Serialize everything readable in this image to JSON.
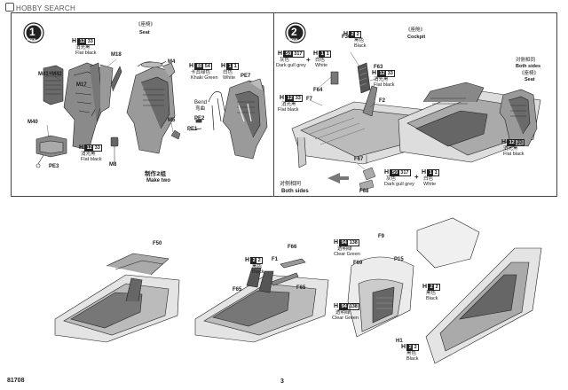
{
  "watermark": "HOBBY SEARCH",
  "step1": {
    "number": "1",
    "step_label": "STEP",
    "title_cn": "《座椅》",
    "title_en": "Seat",
    "color_main": {
      "letter": "H",
      "num": "12",
      "code": "33",
      "cn": "消光黑",
      "en": "Flat black"
    },
    "color_lower": {
      "letter": "H",
      "num": "12",
      "code": "33",
      "cn": "消光黑",
      "en": "Flat black"
    },
    "color_khaki": {
      "letter": "H",
      "num": "80",
      "code": "54",
      "cn": "卡其绿色",
      "en": "Khaki Green"
    },
    "color_white": {
      "letter": "H",
      "num": "1",
      "code": "1",
      "cn": "白色",
      "en": "White"
    },
    "bend_cn": "弯曲",
    "bend_en": "Bend",
    "parts": [
      "M41+M42",
      "M18",
      "M17",
      "M4",
      "M40",
      "M8",
      "M5",
      "PE3",
      "PE7",
      "PE2",
      "PE1"
    ],
    "make_two_cn": "制作2组",
    "make_two_en": "Make two"
  },
  "step2": {
    "number": "2",
    "step_label": "STEP",
    "title_cn": "《座舱》",
    "title_en": "Cockpit",
    "right_title_cn": "对侧相同",
    "right_title_en": "Both sides",
    "seat_cn": "《座椅》",
    "seat_en": "Seat",
    "color_black_top": {
      "letter": "H",
      "num": "2",
      "code": "2",
      "cn": "黑色",
      "en": "Black"
    },
    "color_gull": {
      "letter": "H",
      "num": "S0",
      "code": "317",
      "cn": "灰色",
      "en": "Dark gull grey"
    },
    "color_white": {
      "letter": "H",
      "num": "1",
      "code": "1",
      "cn": "白色",
      "en": "White"
    },
    "color_flat1": {
      "letter": "H",
      "num": "12",
      "code": "33",
      "cn": "消光黑",
      "en": "Flat black"
    },
    "color_flat2": {
      "letter": "H",
      "num": "12",
      "code": "33",
      "cn": "消光黑",
      "en": "Flat black"
    },
    "color_flat3": {
      "letter": "H",
      "num": "12",
      "code": "33",
      "cn": "消光黑",
      "en": "Flat black"
    },
    "color_gull2": {
      "letter": "H",
      "num": "S0",
      "code": "317",
      "cn": "灰色",
      "en": "Dark gull grey"
    },
    "color_white2": {
      "letter": "H",
      "num": "1",
      "code": "1",
      "cn": "白色",
      "en": "White"
    },
    "plus": "+",
    "parts": [
      "F30",
      "F63",
      "F64",
      "F7",
      "F2",
      "F67",
      "F68"
    ],
    "both_sides_cn": "对侧相同",
    "both_sides_en": "Both sides"
  },
  "lower": {
    "parts_left": [
      "F50"
    ],
    "parts_mid": [
      "F66",
      "F1",
      "F65",
      "F65"
    ],
    "color_mid": {
      "letter": "H",
      "num": "2",
      "code": "2",
      "cn": "黑色",
      "en": "Black"
    },
    "clear_green1": {
      "letter": "H",
      "num": "94",
      "code": "138",
      "cn": "透明绿",
      "en": "Clear Green"
    },
    "clear_green2": {
      "letter": "H",
      "num": "94",
      "code": "138",
      "cn": "透明绿",
      "en": "Clear Green"
    },
    "black_right1": {
      "letter": "H",
      "num": "2",
      "code": "2",
      "cn": "黑色",
      "en": "Black"
    },
    "black_right2": {
      "letter": "H",
      "num": "2",
      "code": "2",
      "cn": "黑色",
      "en": "Black"
    },
    "parts_right": [
      "F9",
      "P15",
      "F69",
      "H1"
    ]
  },
  "footer": {
    "code": "81708",
    "page": "3"
  }
}
